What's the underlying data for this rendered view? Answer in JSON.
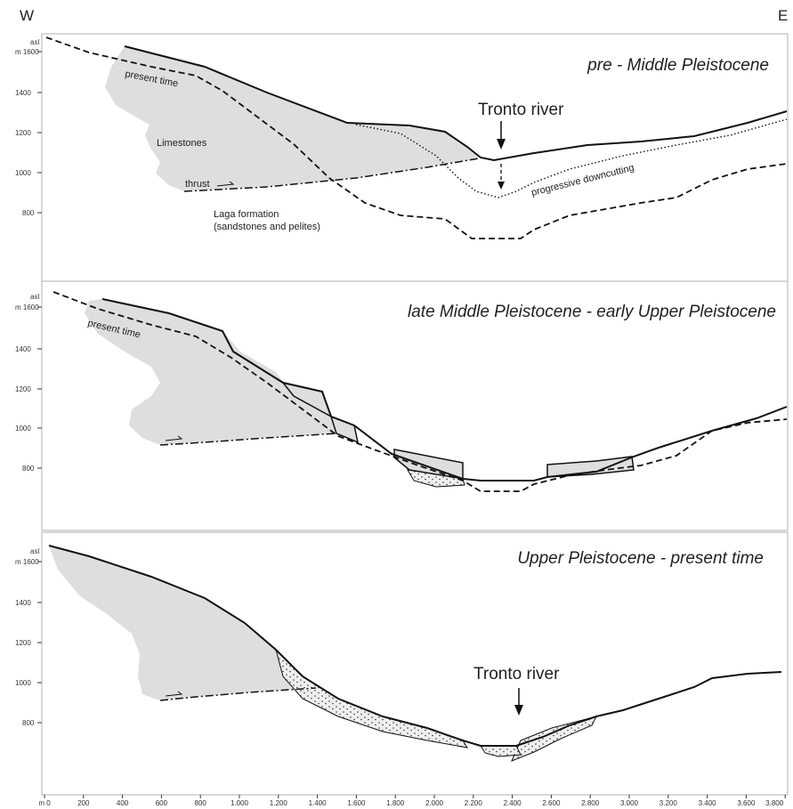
{
  "orientation": {
    "west": "W",
    "east": "E"
  },
  "y_axis": {
    "unit_top": "asl",
    "unit_bottom": "m 1600",
    "ticks": [
      "1400",
      "1200",
      "1000",
      "800"
    ]
  },
  "x_axis": {
    "ticks": [
      "m 0",
      "200",
      "400",
      "600",
      "800",
      "1.000",
      "1.200",
      "1.400",
      "1.600",
      "1.800",
      "2.000",
      "2.200",
      "2.400",
      "2.600",
      "2.800",
      "3.000",
      "3.200",
      "3.400",
      "3.600",
      "3.800"
    ]
  },
  "panels": [
    {
      "title": "pre - Middle Pleistocene",
      "labels": {
        "present_time": "present time",
        "limestones": "Limestones",
        "thrust": "thrust",
        "laga_line1": "Laga formation",
        "laga_line2": "(sandstones and pelites)",
        "river": "Tronto river",
        "downcutting": "progressive downcutting"
      }
    },
    {
      "title": "late Middle Pleistocene - early Upper Pleistocene",
      "labels": {
        "present_time": "present time"
      }
    },
    {
      "title": "Upper Pleistocene - present time",
      "labels": {
        "river": "Tronto river"
      }
    }
  ],
  "colors": {
    "limestone_fill": "#dedede",
    "line": "#111111",
    "frame": "#b0b0b0"
  }
}
